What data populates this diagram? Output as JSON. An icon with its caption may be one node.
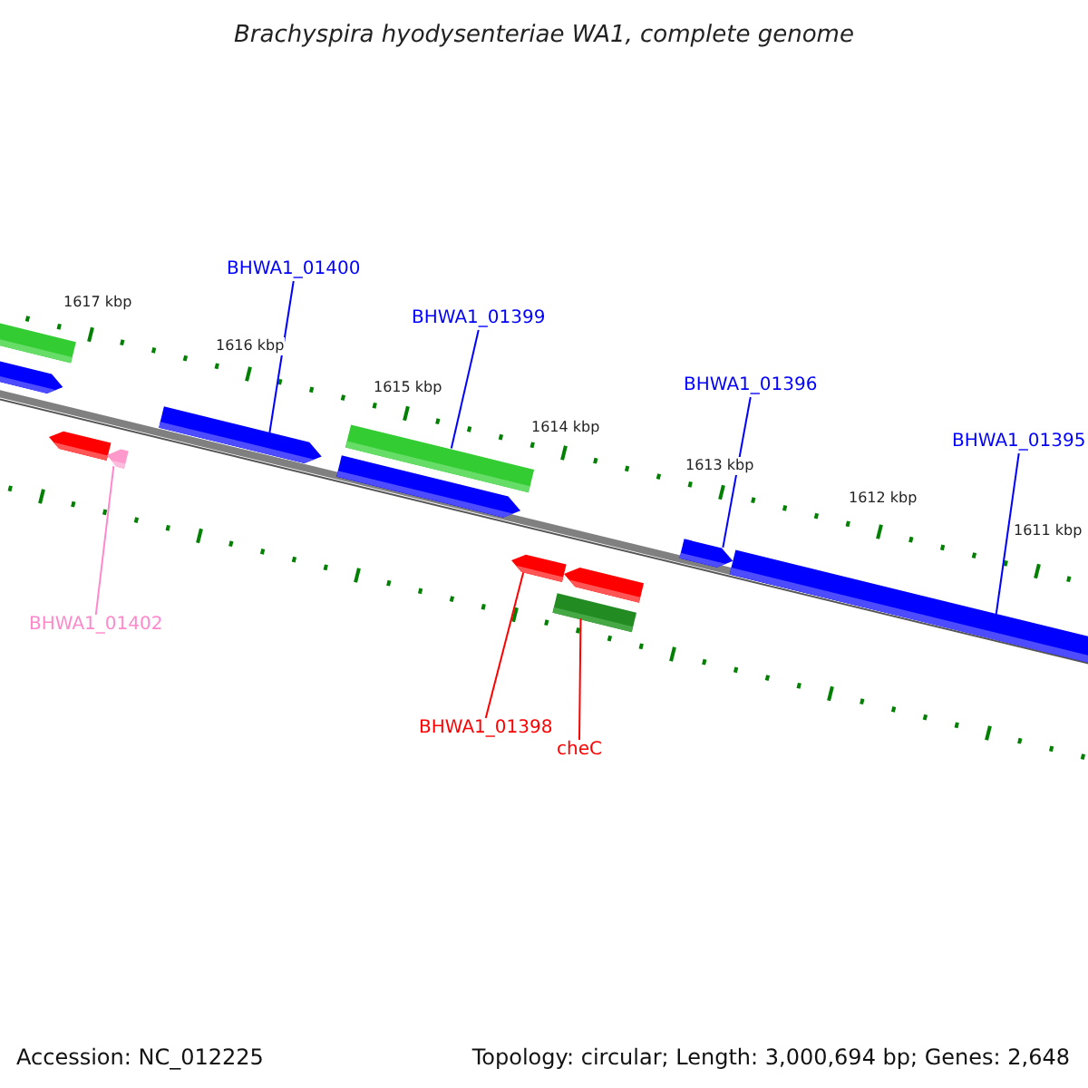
{
  "diagram": {
    "title": "Brachyspira hyodysenteriae WA1, complete genome",
    "nodes": [
      {
        "text": [
          "BHWA1_01400"
        ]
      },
      {
        "text": [
          "BHWA1_01399"
        ]
      },
      {
        "text": [
          "BHWA1_01396"
        ]
      },
      {
        "text": [
          "BHWA1_01395"
        ]
      },
      {
        "text": [
          "BHWA1_01402"
        ]
      },
      {
        "text": [
          "BHWA1_01398"
        ]
      },
      {
        "text": [
          "cheC"
        ]
      },
      {
        "text": [],
        "shape": "bar"
      },
      {
        "text": [],
        "shape": "arrow"
      },
      {
        "text": [],
        "shape": "arrow"
      },
      {
        "text": [],
        "shape": "arrow"
      },
      {
        "text": [],
        "shape": "arrow"
      },
      {
        "text": [],
        "shape": "bar"
      },
      {
        "text": [],
        "shape": "arrow"
      },
      {
        "text": [],
        "shape": "arrow"
      },
      {
        "text": [],
        "shape": "arrow"
      },
      {
        "text": [],
        "shape": "bar"
      },
      {
        "text": [],
        "shape": "arrow"
      },
      {
        "text": [],
        "shape": "bar"
      }
    ],
    "edges": [
      {
        "from": 0,
        "to": 11,
        "arrow": "none"
      },
      {
        "from": 1,
        "to": 12,
        "arrow": "none"
      },
      {
        "from": 2,
        "to": 17,
        "arrow": "none"
      },
      {
        "from": 3,
        "to": 18,
        "arrow": "none"
      },
      {
        "from": 4,
        "to": 10,
        "arrow": "none",
        "color": "#ff88cc"
      },
      {
        "from": 5,
        "to": 14,
        "arrow": "none",
        "color": "#ff0000"
      },
      {
        "from": 6,
        "to": 16,
        "arrow": "none",
        "color": "#ff0000"
      }
    ],
    "labels": [
      "1617 kbp",
      "1616 kbp",
      "1615 kbp",
      "1614 kbp",
      "1613 kbp",
      "1612 kbp",
      "1611 kbp",
      "Accession: NC_012225",
      "Topology: circular; Length: 3,000,694 bp; Genes: 2,648"
    ]
  }
}
